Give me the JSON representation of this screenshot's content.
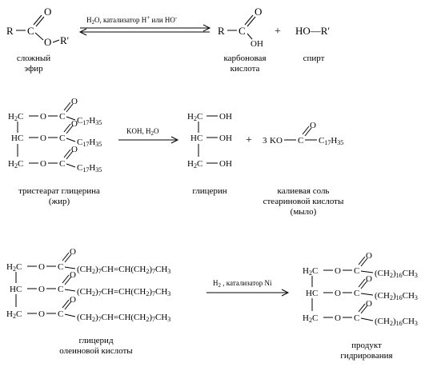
{
  "reaction1": {
    "reactant": {
      "r_left": "R",
      "c": "C",
      "o_top": "O",
      "o_ester": "O",
      "r_right": "R'"
    },
    "reactant_caption": [
      "сложный",
      "эфир"
    ],
    "conditions": "H2O, катализатор H+ или HO-",
    "conditions_parts": {
      "h2o": "H",
      "h2o_sub": "2",
      "h2o_tail": "O, катализатор H",
      "plus_sup": "+",
      "mid": " или HO",
      "minus_sup": "-"
    },
    "product_acid": {
      "r_left": "R",
      "c": "C",
      "o_top": "O",
      "oh": "OH"
    },
    "acid_caption": [
      "карбоновая",
      "кислота"
    ],
    "plus": "+",
    "product_alcohol": "HO—R'",
    "alcohol_caption": "спирт"
  },
  "reaction2": {
    "triglyceride_rows": [
      {
        "left": "H2C",
        "o": "O",
        "c": "C",
        "o_top": "O",
        "chain": "C17H35"
      },
      {
        "left": "HC",
        "o": "O",
        "c": "C",
        "o_top": "O",
        "chain": "C17H35"
      },
      {
        "left": "H2C",
        "o": "O",
        "c": "C",
        "o_top": "O",
        "chain": "C17H35"
      }
    ],
    "triglyceride_caption": [
      "тристеарат глицерина",
      "(жир)"
    ],
    "conditions": "KOH, H2O",
    "glycerol_rows": [
      {
        "left": "H2C",
        "group": "OH"
      },
      {
        "left": "HC",
        "group": "OH"
      },
      {
        "left": "H2C",
        "group": "OH"
      }
    ],
    "glycerol_caption": "глицерин",
    "plus": "+",
    "soap": {
      "coef": "3",
      "k": "KO",
      "c": "C",
      "o_top": "O",
      "chain": "C17H35"
    },
    "soap_caption": [
      "калиевая соль",
      "стеариновой кислоты",
      "(мыло)"
    ]
  },
  "reaction3": {
    "olein_rows": [
      {
        "left": "H2C",
        "o": "O",
        "c": "C",
        "o_top": "O",
        "chain": "(CH2)7CH=CH(CH2)7CH3"
      },
      {
        "left": "HC",
        "o": "O",
        "c": "C",
        "o_top": "O",
        "chain": "(CH2)7CH=CH(CH2)7CH3"
      },
      {
        "left": "H2C",
        "o": "O",
        "c": "C",
        "o_top": "O",
        "chain": "(CH2)7CH=CH(CH2)7CH3"
      }
    ],
    "olein_caption": [
      "глицерид",
      "олеиновой кислоты"
    ],
    "conditions": "H2 , катализатор Ni",
    "product_rows": [
      {
        "left": "H2C",
        "o": "O",
        "c": "C",
        "o_top": "O",
        "chain": "(CH2)16CH3"
      },
      {
        "left": "HC",
        "o": "O",
        "c": "C",
        "o_top": "O",
        "chain": "(CH2)16CH3"
      },
      {
        "left": "H2C",
        "o": "O",
        "c": "C",
        "o_top": "O",
        "chain": "(CH2)16CH3"
      }
    ],
    "product_caption": [
      "продукт",
      "гидрирования"
    ]
  }
}
